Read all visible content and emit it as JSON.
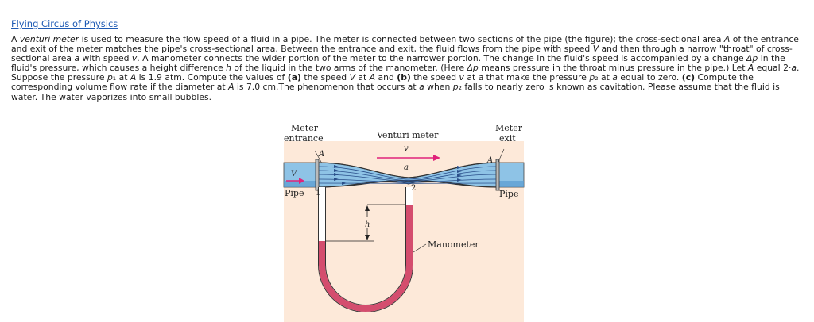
{
  "header": {
    "link_text": "Flying Circus of Physics"
  },
  "problem": {
    "segments": [
      {
        "t": "A ",
        "s": ""
      },
      {
        "t": "venturi meter",
        "s": "i"
      },
      {
        "t": " is used to measure the flow speed of a fluid in a pipe. The meter is connected between two sections of the pipe (the figure); the cross-sectional area ",
        "s": ""
      },
      {
        "t": "A",
        "s": "i"
      },
      {
        "t": " of the entrance and exit of the meter matches the pipe's cross-sectional area. Between the entrance and exit, the fluid flows from the pipe with speed ",
        "s": ""
      },
      {
        "t": "V",
        "s": "i"
      },
      {
        "t": " and then through a narrow \"throat\" of cross-sectional area ",
        "s": ""
      },
      {
        "t": "a",
        "s": "i"
      },
      {
        "t": " with speed ",
        "s": ""
      },
      {
        "t": "v",
        "s": "i"
      },
      {
        "t": ". A manometer connects the wider portion of the meter to the narrower portion. The change in the fluid's speed is accompanied by a change ",
        "s": ""
      },
      {
        "t": "Δp",
        "s": "i"
      },
      {
        "t": " in the fluid's pressure, which causes a height difference ",
        "s": ""
      },
      {
        "t": "h",
        "s": "i"
      },
      {
        "t": " of the liquid in the two arms of the manometer. (Here ",
        "s": ""
      },
      {
        "t": "Δp",
        "s": "i"
      },
      {
        "t": " means pressure in the throat minus pressure in the pipe.) Let ",
        "s": ""
      },
      {
        "t": "A",
        "s": "i"
      },
      {
        "t": " equal 2·",
        "s": ""
      },
      {
        "t": "a",
        "s": "i"
      },
      {
        "t": ". Suppose the pressure ",
        "s": ""
      },
      {
        "t": "p",
        "s": "i"
      },
      {
        "t": "₁",
        "s": ""
      },
      {
        "t": " at ",
        "s": ""
      },
      {
        "t": "A",
        "s": "i"
      },
      {
        "t": " is 1.9 atm. Compute the values of ",
        "s": ""
      },
      {
        "t": "(a)",
        "s": "b"
      },
      {
        "t": " the speed ",
        "s": ""
      },
      {
        "t": "V",
        "s": "i"
      },
      {
        "t": " at ",
        "s": ""
      },
      {
        "t": "A",
        "s": "i"
      },
      {
        "t": " and ",
        "s": ""
      },
      {
        "t": "(b)",
        "s": "b"
      },
      {
        "t": " the speed ",
        "s": ""
      },
      {
        "t": "v",
        "s": "i"
      },
      {
        "t": " at ",
        "s": ""
      },
      {
        "t": "a",
        "s": "i"
      },
      {
        "t": " that make the pressure ",
        "s": ""
      },
      {
        "t": "p",
        "s": "i"
      },
      {
        "t": "₂",
        "s": ""
      },
      {
        "t": " at ",
        "s": ""
      },
      {
        "t": "a",
        "s": "i"
      },
      {
        "t": " equal to zero. ",
        "s": ""
      },
      {
        "t": "(c)",
        "s": "b"
      },
      {
        "t": " Compute the corresponding volume flow rate if the diameter at ",
        "s": ""
      },
      {
        "t": "A",
        "s": "i"
      },
      {
        "t": " is 7.0 cm.The phenomenon that occurs at ",
        "s": ""
      },
      {
        "t": "a",
        "s": "i"
      },
      {
        "t": " when ",
        "s": ""
      },
      {
        "t": "p",
        "s": "i"
      },
      {
        "t": "₂",
        "s": ""
      },
      {
        "t": " falls to nearly zero is known as cavitation. Please assume that the fluid is water. The water vaporizes into small bubbles.",
        "s": ""
      }
    ]
  },
  "figure": {
    "meter_entrance_line1": "Meter",
    "meter_entrance_line2": "entrance",
    "venturi_meter": "Venturi meter",
    "meter_exit_line1": "Meter",
    "meter_exit_line2": "exit",
    "label_A_left": "A",
    "label_A_right": "A",
    "label_a": "a",
    "label_V": "V",
    "label_v": "v",
    "pipe_left": "Pipe",
    "pipe_right": "Pipe",
    "label_1": "1",
    "label_2": "2",
    "label_h": "h",
    "manometer": "Manometer",
    "colors": {
      "background": "#fde9d9",
      "fluid": "#8ec3e6",
      "fluid_dark": "#5a9bd0",
      "manometer_liquid": "#d44d6e",
      "arrow": "#e0227a"
    }
  }
}
